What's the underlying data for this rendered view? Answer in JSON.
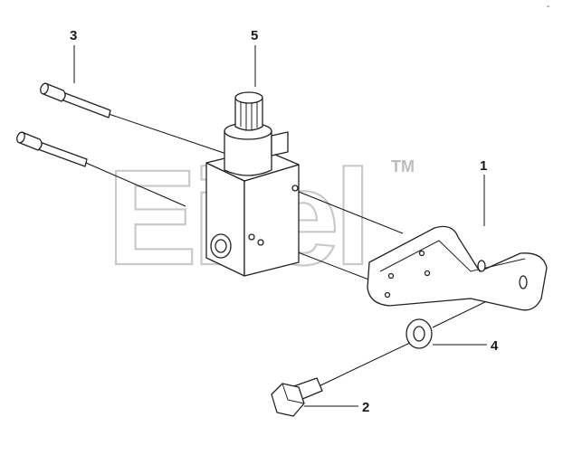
{
  "watermark": {
    "text": "Eifel",
    "tm": "TM"
  },
  "corner_mark": "˜",
  "callouts": [
    {
      "id": "callout-1",
      "label": "1"
    },
    {
      "id": "callout-2",
      "label": "2"
    },
    {
      "id": "callout-3",
      "label": "3"
    },
    {
      "id": "callout-4",
      "label": "4"
    },
    {
      "id": "callout-5",
      "label": "5"
    }
  ]
}
